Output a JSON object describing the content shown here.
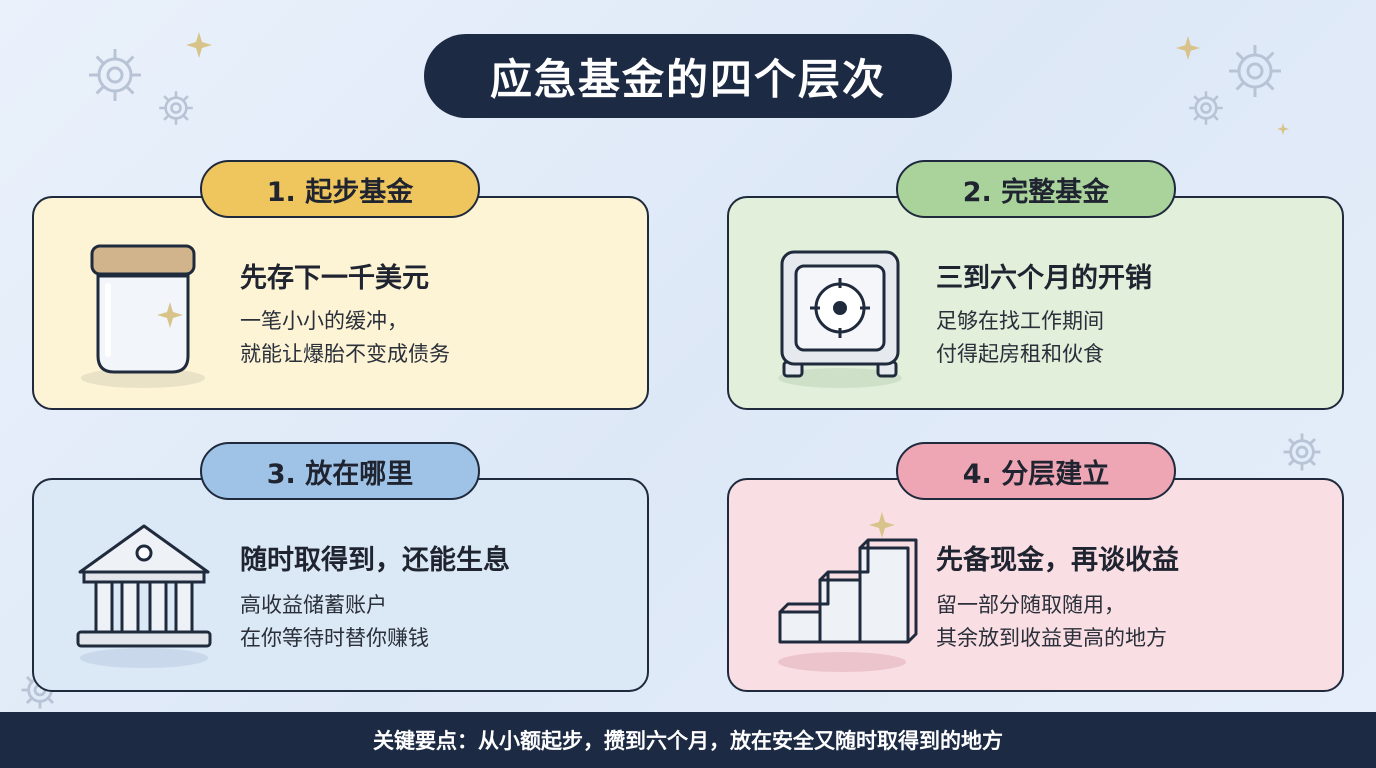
{
  "title": "应急基金的四个层次",
  "colors": {
    "navy": "#1c2a44",
    "card1_bg": "#fdf4d6",
    "card1_tab": "#efc65e",
    "card2_bg": "#e1efdb",
    "card2_tab": "#a9d39b",
    "card3_bg": "#dbe8f6",
    "card3_tab": "#9ec3e6",
    "card4_bg": "#f9dee3",
    "card4_tab": "#eea6b4"
  },
  "cards": [
    {
      "tab": "1. 起步基金",
      "icon": "jar-icon",
      "heading": "先存下一千美元",
      "lines": [
        "一笔小小的缓冲，",
        "就能让爆胎不变成债务"
      ]
    },
    {
      "tab": "2. 完整基金",
      "icon": "safe-icon",
      "heading": "三到六个月的开销",
      "lines": [
        "足够在找工作期间",
        "付得起房租和伙食"
      ]
    },
    {
      "tab": "3. 放在哪里",
      "icon": "bank-icon",
      "heading": "随时取得到，还能生息",
      "lines": [
        "高收益储蓄账户",
        "在你等待时替你赚钱"
      ]
    },
    {
      "tab": "4. 分层建立",
      "icon": "stairs-icon",
      "heading": "先备现金，再谈收益",
      "lines": [
        "留一部分随取随用，",
        "其余放到收益更高的地方"
      ]
    }
  ],
  "footer": "关键要点：从小额起步，攒到六个月，放在安全又随时取得到的地方"
}
